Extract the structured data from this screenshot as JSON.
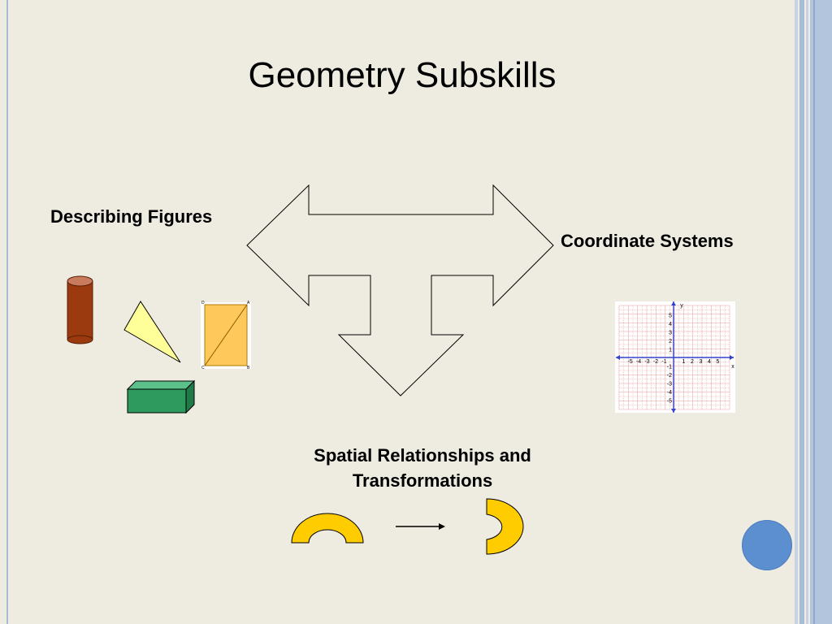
{
  "slide": {
    "title": "Geometry Subskills",
    "labels": {
      "describing_figures": "Describing Figures",
      "coordinate_systems": "Coordinate Systems",
      "spatial_line1": "Spatial Relationships and",
      "spatial_line2": "Transformations"
    },
    "rectangle_vertex_labels": [
      "D",
      "A",
      "C",
      "B"
    ],
    "coordinate_grid": {
      "x_axis_label": "x",
      "y_axis_label": "y",
      "x_ticks": [
        "-5",
        "-4",
        "-3",
        "-2",
        "-1",
        "1",
        "2",
        "3",
        "4",
        "5"
      ],
      "y_ticks_positive": [
        "5",
        "4",
        "3",
        "2",
        "1"
      ],
      "y_ticks_negative": [
        "-1",
        "-2",
        "-3",
        "-4",
        "-5"
      ]
    }
  },
  "colors": {
    "background": "#eeece1",
    "cylinder": "#9b3a0e",
    "triangle": "#ffff99",
    "rectangle": "#ffc85a",
    "prism": "#2e9a5e",
    "arc_shape": "#ffcc00",
    "grid_lines": "#e8999b",
    "axes": "#3344cc",
    "nav_button": "#5b8fd0"
  },
  "icons": [
    "three-way-arrow",
    "cylinder-shape",
    "triangle-shape",
    "rectangle-shape",
    "prism-shape",
    "coordinate-grid",
    "arc-shape",
    "right-arrow",
    "nav-circle-button"
  ]
}
